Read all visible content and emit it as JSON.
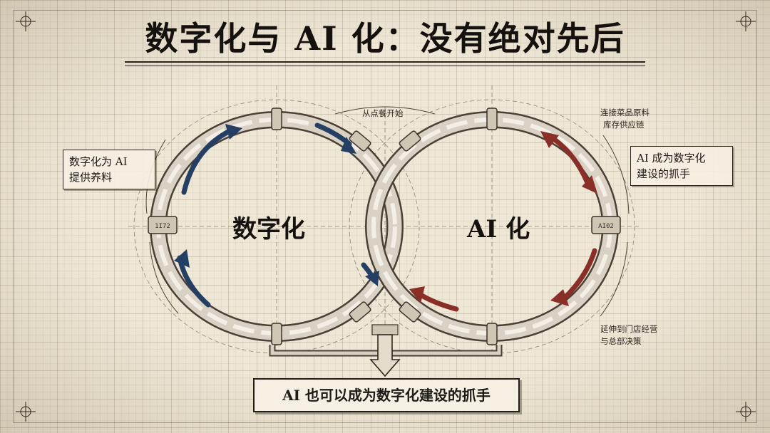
{
  "title": "数字化与 AI 化：没有绝对先后",
  "left_loop": {
    "label": "数字化",
    "tag": "1I72",
    "arrow_color": "#253f64"
  },
  "right_loop": {
    "label": "AI 化",
    "tag": "AI02",
    "arrow_color": "#8a2e28"
  },
  "left_callout": {
    "line1": "数字化为 AI",
    "line2": "提供养料"
  },
  "right_callout": {
    "line1": "AI 成为数字化",
    "line2": "建设的抓手"
  },
  "top_note": "从点餐开始",
  "top_right_note": {
    "line1": "连接菜品原料",
    "line2": "库存供应链"
  },
  "bottom_right_note": {
    "line1": "延伸到门店经营",
    "line2": "与总部决策"
  },
  "bottom_box": "AI 也可以成为数字化建设的抓手"
}
